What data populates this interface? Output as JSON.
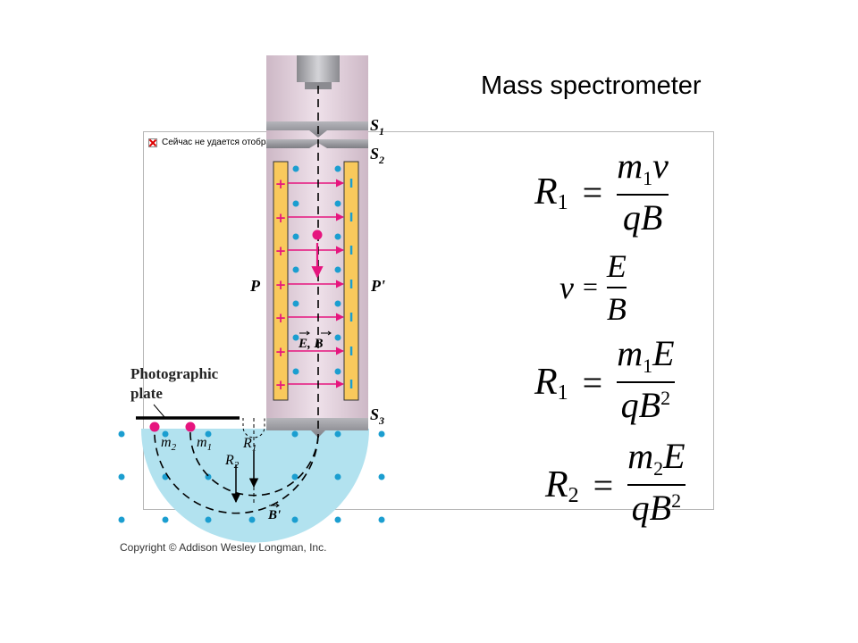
{
  "title": "Mass spectrometer",
  "broken_image_message": "Сейчас не удается отобразить рисунок.",
  "copyright": "Copyright © Addison Wesley Longman, Inc.",
  "labels": {
    "s1": "S",
    "s1_sub": "1",
    "s2": "S",
    "s2_sub": "2",
    "s3": "S",
    "s3_sub": "3",
    "p": "P",
    "p_prime": "P'",
    "photo_line1": "Photographic",
    "photo_line2": "plate",
    "m1": "m",
    "m1_sub": "1",
    "m2": "m",
    "m2_sub": "2",
    "r1": "R",
    "r1_sub": "1",
    "r2": "R",
    "r2_sub": "2",
    "eb": "E, B",
    "b_prime": "B'",
    "plus": "+",
    "minus": "I"
  },
  "formulas": {
    "f1": {
      "lhs": "R",
      "lhs_sub": "1",
      "eq": "=",
      "num_m": "m",
      "num_sub": "1",
      "num_rest": "v",
      "den": "qB"
    },
    "f2": {
      "lhs": "v",
      "eq": "=",
      "num": "E",
      "den": "B"
    },
    "f3": {
      "lhs": "R",
      "lhs_sub": "1",
      "eq": "=",
      "num_m": "m",
      "num_sub": "1",
      "num_rest": "E",
      "den": "qB",
      "den_sup": "2"
    },
    "f4": {
      "lhs": "R",
      "lhs_sub": "2",
      "eq": "=",
      "num_m": "m",
      "num_sub": "2",
      "num_rest": "E",
      "den": "qB",
      "den_sup": "2"
    }
  },
  "colors": {
    "tube": "#ddc8d6",
    "tube_dark": "#c7b1bf",
    "collar": "#8f8f94",
    "plate": "#f9c95c",
    "field_arrow": "#e6157e",
    "dot": "#1b9ed0",
    "chamber": "#b2e2ef",
    "ion": "#e6157e"
  }
}
